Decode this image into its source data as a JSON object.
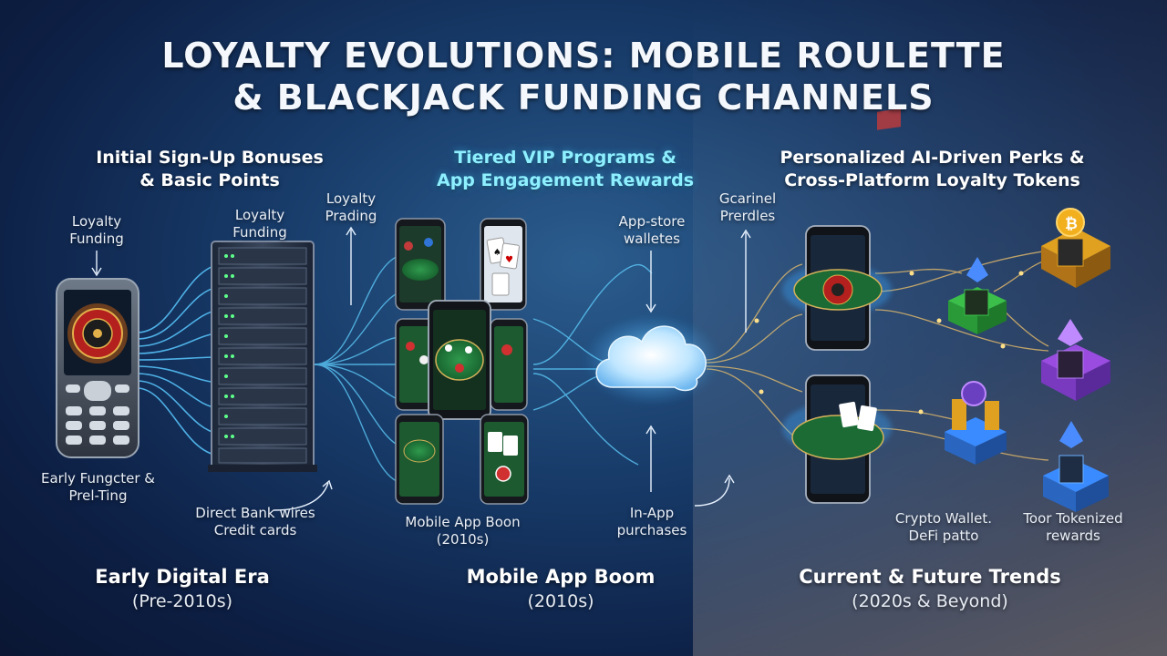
{
  "title": {
    "line1": "LOYALTY EVOLUTIONS: MOBILE ROULETTE",
    "line2": "& BLACKJACK FUNDING CHANNELS"
  },
  "sections": [
    {
      "line1": "Initial Sign-Up Bonuses",
      "line2": "& Basic Points"
    },
    {
      "line1": "Tiered VIP Programs &",
      "line2": "App Engagement Rewards"
    },
    {
      "line1": "Personalized AI-Driven Perks &",
      "line2": "Cross-Platform Loyalty Tokens"
    }
  ],
  "labels": {
    "phone_funding": {
      "line1": "Loyalty",
      "line2": "Funding"
    },
    "server_funding": {
      "line1": "Loyalty",
      "line2": "Funding"
    },
    "loyalty_prading": {
      "line1": "Loyalty",
      "line2": "Prading"
    },
    "early_funster": {
      "line1": "Early Fungcter &",
      "line2": "Prel-Ting"
    },
    "direct_bank": {
      "line1": "Direct Bank wires",
      "line2": "Credit cards"
    },
    "mobile_app_boon": {
      "line1": "Mobile App Boon",
      "line2": "(2010s)"
    },
    "app_store": {
      "line1": "App-store",
      "line2": "walletes"
    },
    "in_app": {
      "line1": "In-App",
      "line2": "purchases"
    },
    "gcarinel": {
      "line1": "Gcarinel",
      "line2": "Prerdles"
    },
    "crypto_wallet": {
      "line1": "Crypto Wallet.",
      "line2": "DeFi patto"
    },
    "toor_tokenized": {
      "line1": "Toor Tokenized",
      "line2": "rewards"
    }
  },
  "eras": [
    {
      "name": "Early Digital Era",
      "period": "(Pre-2010s)"
    },
    {
      "name": "Mobile App Boom",
      "period": "(2010s)"
    },
    {
      "name": "Current & Future Trends",
      "period": "(2020s & Beyond)"
    }
  ],
  "colors": {
    "cyan_glow": "#4fd6ff",
    "table_green": "#1f7a3a",
    "roulette_red": "#b3201e",
    "token_gold": "#e0a020",
    "token_green": "#3bbf4a",
    "token_purple": "#9a4ce0",
    "token_blue": "#3a8bff"
  },
  "icons": [
    "feature-phone-roulette-icon",
    "server-rack-icon",
    "smartphone-casino-icon",
    "cloud-icon",
    "crypto-token-block-icon",
    "bitcoin-icon",
    "ethereum-icon"
  ]
}
